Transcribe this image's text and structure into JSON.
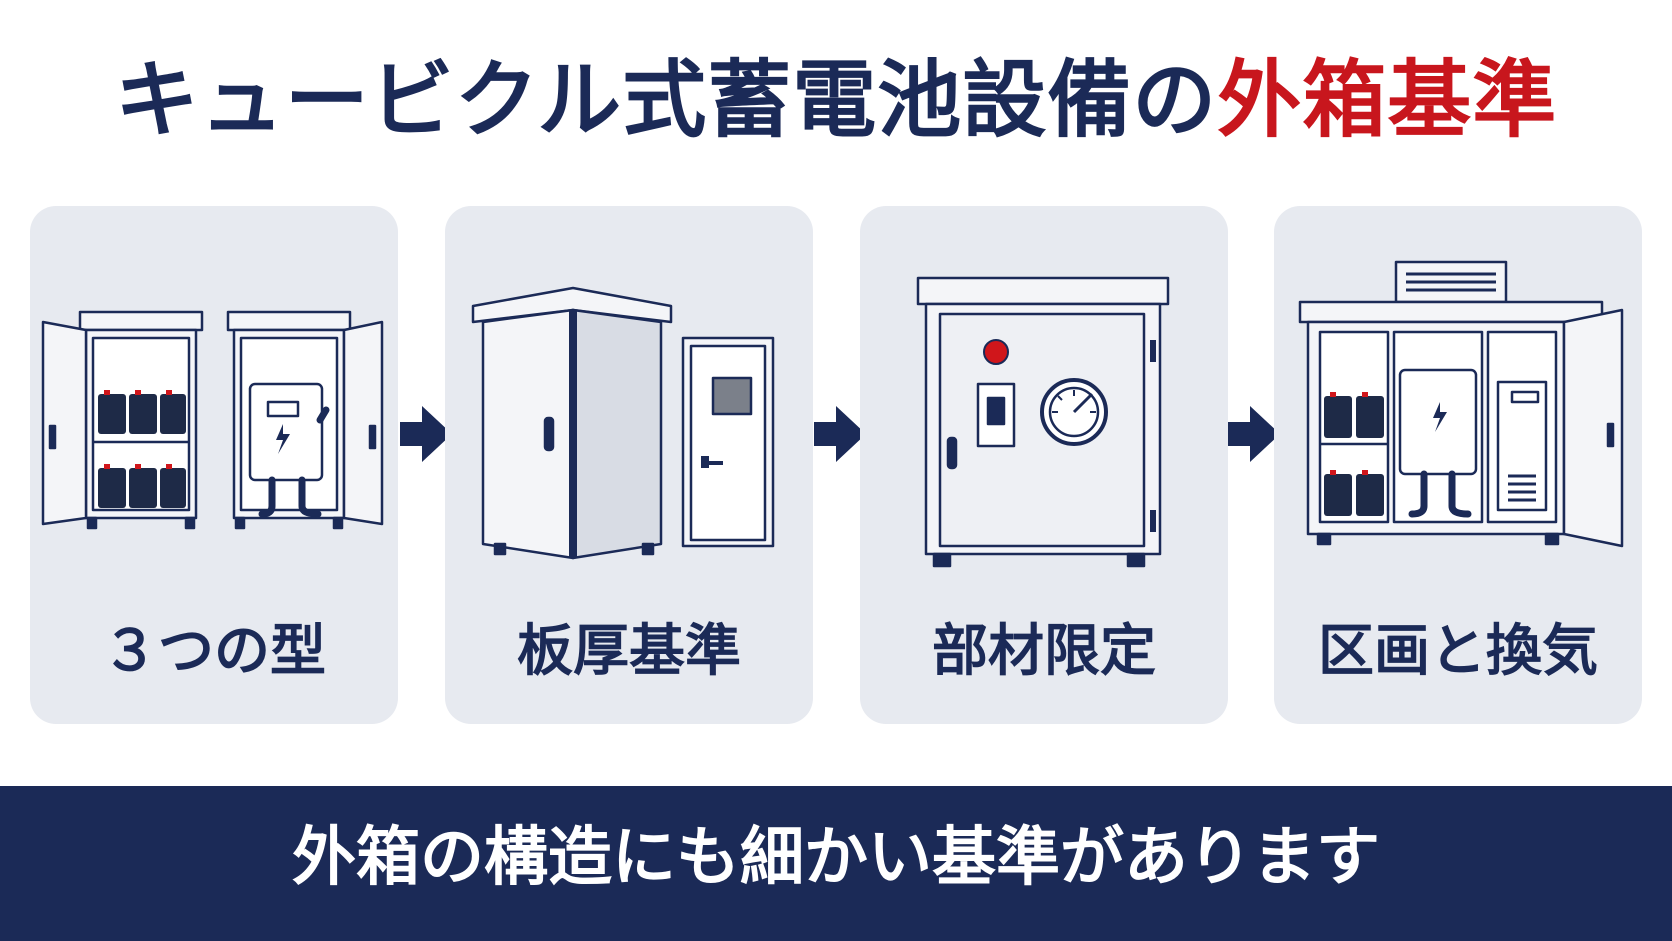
{
  "title": {
    "main": "キュービクル式蓄電池設備の",
    "accent": "外箱基準"
  },
  "steps": [
    {
      "label": "３つの型"
    },
    {
      "label": "板厚基準"
    },
    {
      "label": "部材限定"
    },
    {
      "label": "区画と換気"
    }
  ],
  "footer": {
    "text": "外箱の構造にも細かい基準があります"
  },
  "colors": {
    "navy": "#1b2a57",
    "accent_red": "#c8161d",
    "card_bg": "#e7eaf0",
    "cabinet_fill": "#dfe3ea",
    "battery": "#1e2a47",
    "lamp_red": "#d0161b"
  },
  "icons": [
    "cabinet-pair-icon",
    "cabinet-door-icon",
    "cabinet-panel-icon",
    "ventilated-cabinet-icon",
    "arrow-right-icon",
    "lightning-icon",
    "gauge-icon"
  ]
}
